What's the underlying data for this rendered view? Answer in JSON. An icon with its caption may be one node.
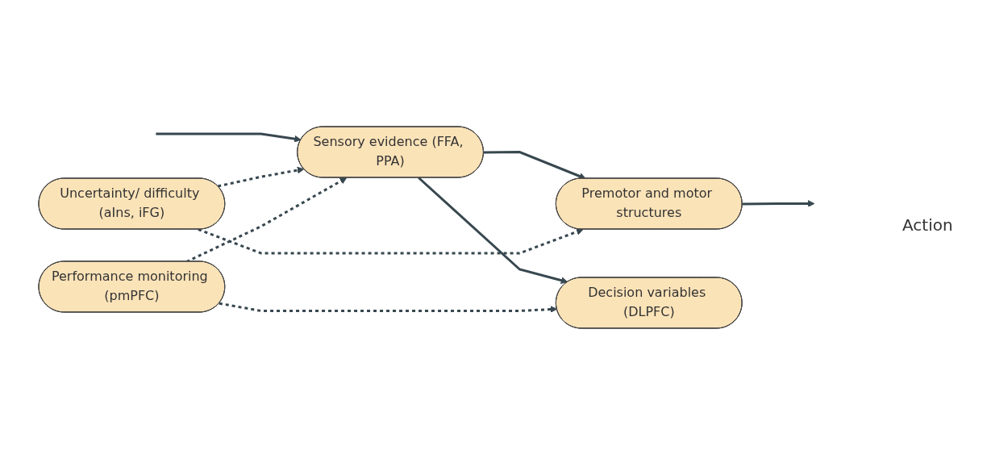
{
  "diagram": {
    "nodes": [
      {
        "text": [
          "Uncertainty/ difficulty (aIns, iFG)"
        ]
      },
      {
        "text": [
          "Sensory evidence (FFA, PPA)"
        ]
      },
      {
        "text": [
          "Premotor and motor structures"
        ]
      },
      {
        "text": [
          "Decision variables (DLPFC)"
        ]
      },
      {
        "text": [
          "Performance monitoring (pmPFC)"
        ]
      }
    ],
    "edges": [
      {
        "from": null,
        "to": 1,
        "arrow": "to"
      },
      {
        "from": 1,
        "to": 2,
        "arrow": "to"
      },
      {
        "from": 1,
        "to": 3,
        "arrow": "to"
      },
      {
        "from": 0,
        "to": 1,
        "arrow": "to",
        "style": "dashed"
      },
      {
        "from": 0,
        "to": 2,
        "arrow": "to",
        "style": "dashed"
      },
      {
        "from": 4,
        "to": 1,
        "arrow": "to",
        "style": "dashed"
      },
      {
        "from": 4,
        "to": 3,
        "arrow": "to",
        "style": "dashed"
      },
      {
        "from": 2,
        "to": null,
        "arrow": "to"
      }
    ],
    "labels": [
      "Action"
    ]
  }
}
